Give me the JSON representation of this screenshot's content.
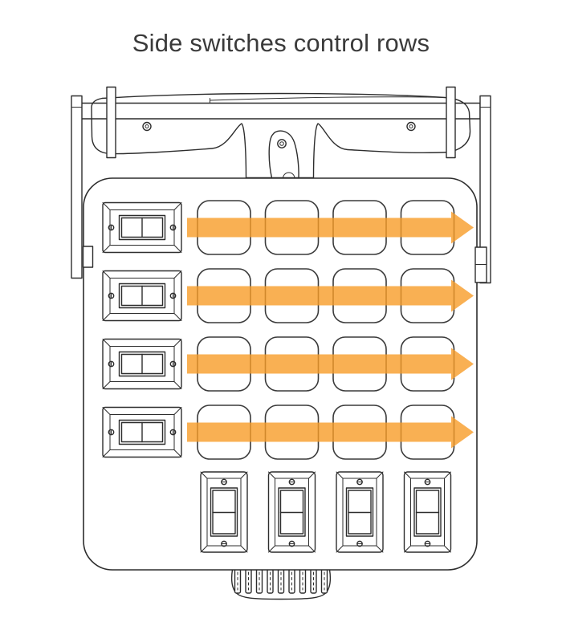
{
  "title": "Side switches control rows",
  "colors": {
    "line": "#2d2d2d",
    "arrow": "#f89c28",
    "arrow_opacity": 0.8
  },
  "diagram": {
    "description": "Wall-switch device: side rocker switches control rows of buttons",
    "rows": 4,
    "columns": 4,
    "side_switch_count": 4,
    "bottom_switch_count": 4,
    "grid_button_count": 16,
    "row_arrow_count": 4,
    "connector_pin_count": 9
  }
}
